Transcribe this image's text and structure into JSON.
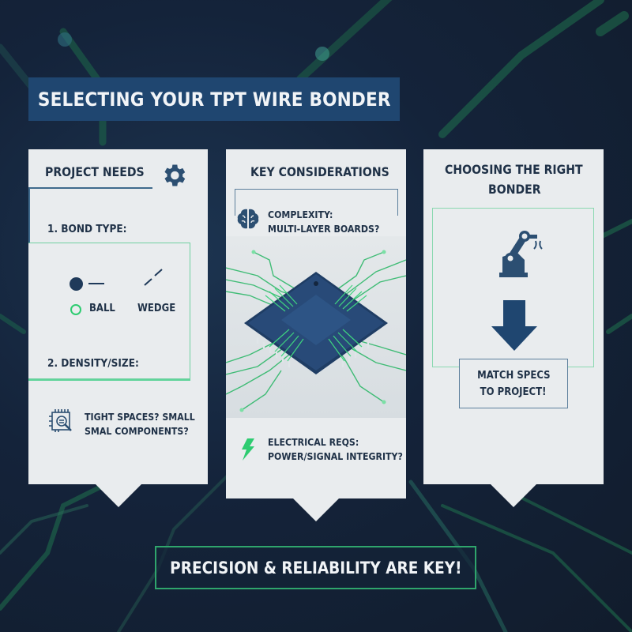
{
  "header": {
    "title": "SELECTING YOUR TPT WIRE BONDER"
  },
  "panels": [
    {
      "title": "PROJECT NEEDS",
      "icon": "gear-icon",
      "section1": {
        "label": "1. BOND TYPE:"
      },
      "bond_options": [
        {
          "label": "BALL",
          "icon": "ball-bond-icon",
          "selected": true
        },
        {
          "label": "WEDGE",
          "icon": "wedge-bond-icon",
          "selected": false
        }
      ],
      "section2": {
        "label": "2. DENSITY/SIZE:"
      },
      "note": {
        "icon": "chip-magnifier-icon",
        "line1": "TIGHT SPACES? SMALL",
        "line2": "SMAL COMPONENTS?"
      }
    },
    {
      "title": "KEY CONSIDERATIONS",
      "item1": {
        "icon": "brain-icon",
        "line1": "COMPLEXITY:",
        "line2": "MULTI-LAYER BOARDS?"
      },
      "image": "microchip-circuit-illustration",
      "item2": {
        "icon": "lightning-icon",
        "line1": "ELECTRICAL REQS:",
        "line2": "POWER/SIGNAL INTEGRITY?"
      }
    },
    {
      "title_line1": "CHOOSING THE RIGHT",
      "title_line2": "BONDER",
      "icon": "robotic-arm-icon",
      "arrow": "arrow-down-icon",
      "result": {
        "line1": "MATCH SPECS",
        "line2": "TO PROJECT!"
      }
    }
  ],
  "footer": {
    "text": "PRECISION & RELIABILITY ARE KEY!"
  },
  "colors": {
    "background": "#14233a",
    "banner": "#1f4670",
    "panel": "#e9ecee",
    "navy": "#1f3147",
    "accent_green": "#2fa56c",
    "icon_blue": "#2c4f72"
  }
}
